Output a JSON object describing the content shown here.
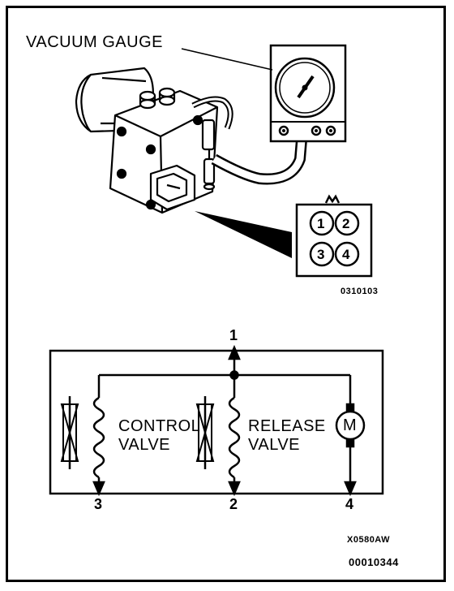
{
  "labels": {
    "vacuum_gauge": "VACUUM GAUGE",
    "figure_code_top": "0310103",
    "control_valve_line1": "CONTROL",
    "control_valve_line2": "VALVE",
    "release_valve_line1": "RELEASE",
    "release_valve_line2": "VALVE",
    "motor": "M",
    "figure_code_bottom": "X0580AW",
    "document_number": "00010344"
  },
  "connector_pins": [
    "1",
    "2",
    "3",
    "4"
  ],
  "terminals": {
    "top": "1",
    "control": "3",
    "release": "2",
    "motor": "4"
  }
}
